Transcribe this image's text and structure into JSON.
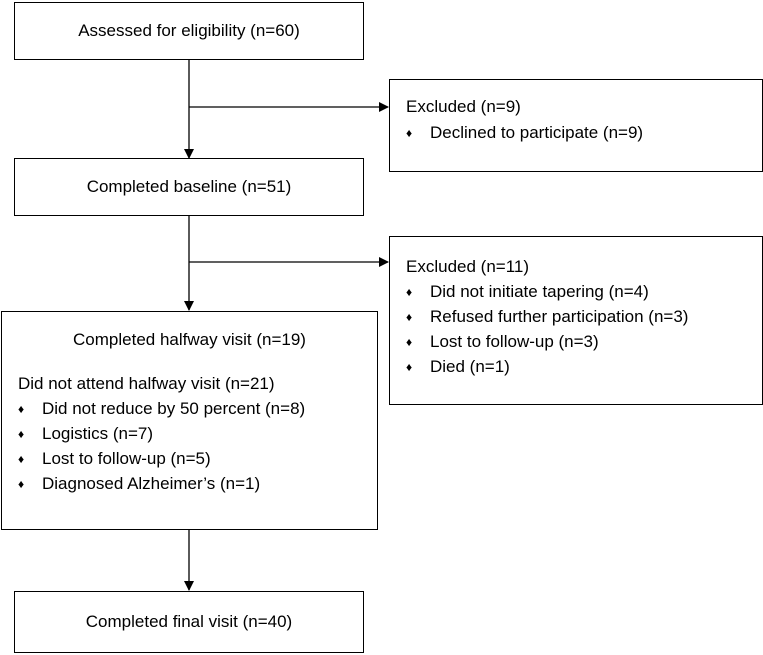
{
  "assessed": {
    "label": "Assessed for eligibility (n=60)"
  },
  "excluded1": {
    "title": "Excluded (n=9)",
    "items": [
      "Declined to participate (n=9)"
    ]
  },
  "baseline": {
    "label": "Completed baseline (n=51)"
  },
  "excluded2": {
    "title": "Excluded (n=11)",
    "items": [
      "Did not initiate tapering (n=4)",
      "Refused further participation (n=3)",
      "Lost to follow-up (n=3)",
      "Died (n=1)"
    ]
  },
  "halfway": {
    "label": "Completed halfway visit (n=19)",
    "subtitle": "Did not attend halfway visit (n=21)",
    "items": [
      "Did not reduce by 50 percent (n=8)",
      "Logistics (n=7)",
      "Lost to follow-up (n=5)",
      "Diagnosed Alzheimer’s (n=1)"
    ]
  },
  "final": {
    "label": "Completed final visit (n=40)"
  },
  "bullet_glyph": "♦"
}
